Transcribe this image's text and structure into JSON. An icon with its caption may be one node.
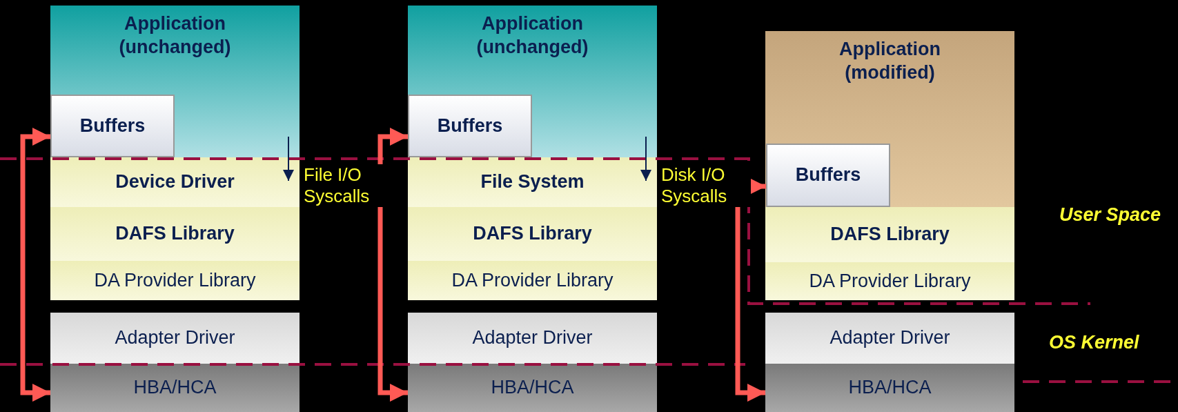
{
  "diagram": {
    "nodes": [
      {
        "text": [
          "Application (unchanged)"
        ]
      },
      {
        "text": [
          "Buffers"
        ],
        "in": 0
      },
      {
        "text": [
          "Device Driver"
        ]
      },
      {
        "text": [
          "DAFS Library"
        ]
      },
      {
        "text": [
          "DA Provider Library"
        ]
      },
      {
        "text": [
          "Adapter Driver"
        ]
      },
      {
        "text": [
          "HBA/HCA"
        ]
      },
      {
        "text": [
          "Application (unchanged)"
        ]
      },
      {
        "text": [
          "Buffers"
        ],
        "in": 7
      },
      {
        "text": [
          "File System"
        ]
      },
      {
        "text": [
          "DAFS Library"
        ]
      },
      {
        "text": [
          "DA Provider Library"
        ]
      },
      {
        "text": [
          "Adapter Driver"
        ]
      },
      {
        "text": [
          "HBA/HCA"
        ]
      },
      {
        "text": [
          "Application (modified)"
        ]
      },
      {
        "text": [
          "Buffers"
        ],
        "in": 14
      },
      {
        "text": [
          "DAFS Library"
        ]
      },
      {
        "text": [
          "DA Provider Library"
        ]
      },
      {
        "text": [
          "Adapter Driver"
        ]
      },
      {
        "text": [
          "HBA/HCA"
        ]
      }
    ],
    "edges": [
      {
        "from": 1,
        "to": 6,
        "arrow": "both"
      },
      {
        "from": 0,
        "to": 2,
        "arrow": "to",
        "label": "File I/O Syscalls",
        "color": "#0b1f4f"
      },
      {
        "from": 8,
        "to": 13,
        "arrow": "both"
      },
      {
        "from": 7,
        "to": 9,
        "arrow": "to",
        "label": "Disk I/O Syscalls",
        "color": "#0b1f4f"
      },
      {
        "from": 15,
        "to": 19,
        "arrow": "both"
      }
    ],
    "labels": [
      "User Space",
      "OS Kernel"
    ]
  }
}
